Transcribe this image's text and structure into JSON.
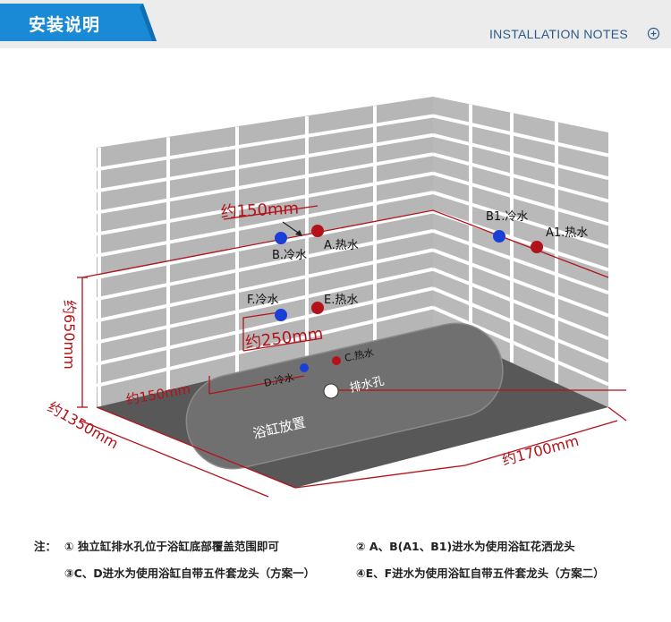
{
  "header": {
    "title": "安装说明",
    "notes_label": "INSTALLATION NOTES",
    "notes_icon": "circle-plus-icon",
    "badge_color": "#1b8ad6"
  },
  "labels": {
    "dim_150_top": "约150mm",
    "dim_250": "约250mm",
    "dim_150_floor": "约150mm",
    "dim_650": "约650mm",
    "dim_1350": "约1350mm",
    "dim_1700": "约1700mm",
    "b_cold": "B.冷水",
    "a_hot": "A.热水",
    "b1_cold": "B1.冷水",
    "a1_hot": "A1.热水",
    "f_cold": "F.冷水",
    "e_hot": "E.热水",
    "c_hot": "C.热水",
    "d_cold": "D.冷水",
    "drain": "排水孔",
    "tub": "浴缸放置"
  },
  "colors": {
    "hot": "#b3121a",
    "cold": "#1a3fd6",
    "dimension": "#b3121a",
    "tile": "#b6b6b6",
    "floor": "#555555",
    "tub": "#6a6a6a"
  },
  "footer": {
    "prefix": "注：",
    "note1": "① 独立缸排水孔位于浴缸底部覆盖范围即可",
    "note2": "② A、B(A1、B1)进水为使用浴缸花洒龙头",
    "note3": "③C、D进水为使用浴缸自带五件套龙头（方案一）",
    "note4": "④E、F进水为使用浴缸自带五件套龙头（方案二）"
  }
}
